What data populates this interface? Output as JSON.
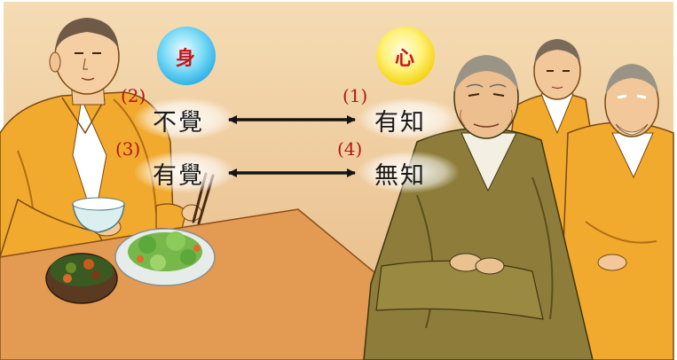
{
  "labels": {
    "body": "身",
    "mind": "心"
  },
  "pairs": [
    {
      "left_num": "(2)",
      "left_term": "不覺",
      "right_num": "(1)",
      "right_term": "有知"
    },
    {
      "left_num": "(3)",
      "left_term": "有覺",
      "right_num": "(4)",
      "right_term": "無知"
    }
  ],
  "colors": {
    "background": "#efc99a",
    "table": "#e39a52",
    "robe_yellow": "#f0a72a",
    "robe_olive": "#8e7d3a",
    "number_red": "#b01818",
    "arrow": "#141414"
  },
  "icons": {
    "arrow": "double-headed-arrow"
  }
}
